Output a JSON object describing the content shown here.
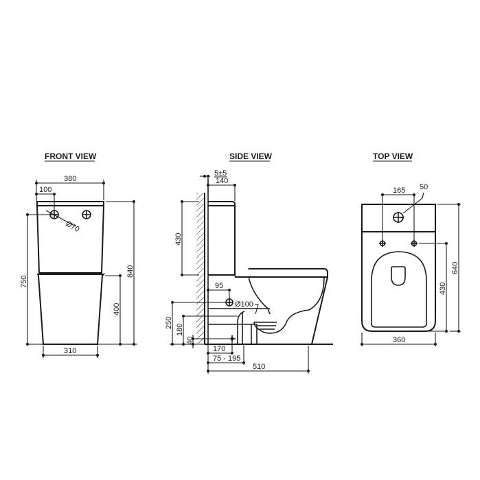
{
  "views": {
    "front": {
      "title": "FRONT VIEW",
      "dims": {
        "width_top": "380",
        "inlet_offset": "100",
        "inlet_diameter": "Ø70",
        "height_total": "840",
        "height_inlet": "750",
        "height_pan": "400",
        "width_base": "310"
      }
    },
    "side": {
      "title": "SIDE VIEW",
      "dims": {
        "wall_gap": "5±5",
        "cistern_depth": "140",
        "cistern_height": "430",
        "inlet_offset": "95",
        "outlet_diameter": "Ø100",
        "height_250": "250",
        "height_180": "180",
        "height_40": "40",
        "setout_170": "170",
        "setout_range": "75 - 195",
        "depth_total": "510"
      }
    },
    "top": {
      "title": "TOP VIEW",
      "dims": {
        "fixing_spacing": "165",
        "button_diameter": "50",
        "fixing_depth": "430",
        "depth_total": "640",
        "width": "360"
      }
    }
  },
  "colors": {
    "line": "#1a1a1a",
    "background": "#ffffff",
    "hatch": "#1a1a1a"
  }
}
